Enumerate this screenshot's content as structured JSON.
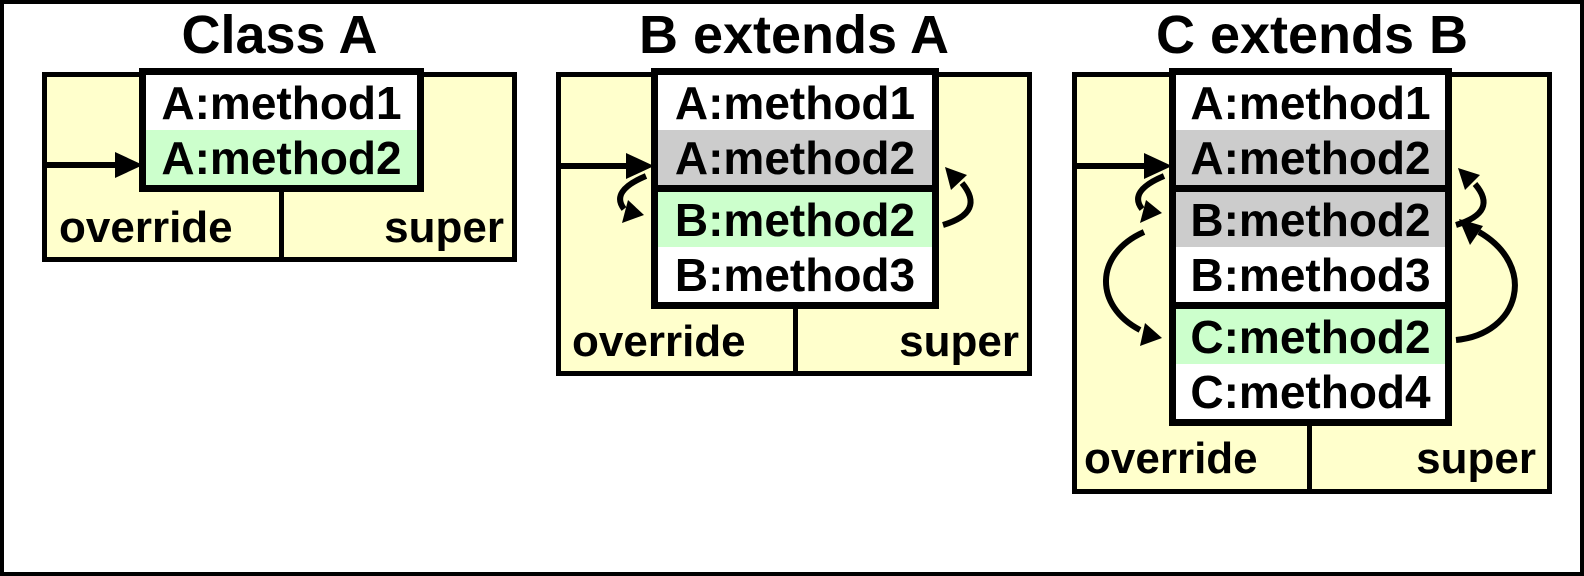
{
  "colors": {
    "page_bg": "#ffffff",
    "panel_bg": "#ffffcc",
    "active_method_green": "#ccffcc",
    "overridden_method_gray": "#cccccc",
    "method_row_white": "#ffffff",
    "line_black": "#000000"
  },
  "panels": [
    {
      "title": "Class A",
      "override_label": "override",
      "super_label": "super",
      "segments": [
        {
          "rows": [
            {
              "label": "A:method1",
              "bg": "#ffffff"
            },
            {
              "label": "A:method2",
              "bg": "#ccffcc"
            }
          ]
        }
      ]
    },
    {
      "title": "B extends A",
      "override_label": "override",
      "super_label": "super",
      "segments": [
        {
          "rows": [
            {
              "label": "A:method1",
              "bg": "#ffffff"
            },
            {
              "label": "A:method2",
              "bg": "#cccccc"
            }
          ]
        },
        {
          "rows": [
            {
              "label": "B:method2",
              "bg": "#ccffcc"
            },
            {
              "label": "B:method3",
              "bg": "#ffffff"
            }
          ]
        }
      ]
    },
    {
      "title": "C extends B",
      "override_label": "override",
      "super_label": "super",
      "segments": [
        {
          "rows": [
            {
              "label": "A:method1",
              "bg": "#ffffff"
            },
            {
              "label": "A:method2",
              "bg": "#cccccc"
            }
          ]
        },
        {
          "rows": [
            {
              "label": "B:method2",
              "bg": "#cccccc"
            },
            {
              "label": "B:method3",
              "bg": "#ffffff"
            }
          ]
        },
        {
          "rows": [
            {
              "label": "C:method2",
              "bg": "#ccffcc"
            },
            {
              "label": "C:method4",
              "bg": "#ffffff"
            }
          ]
        }
      ]
    }
  ]
}
